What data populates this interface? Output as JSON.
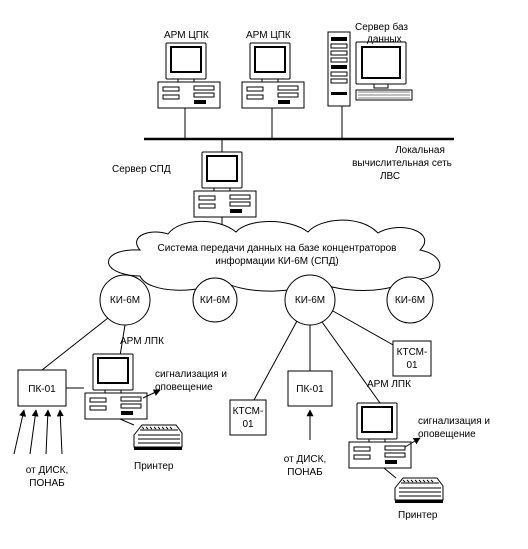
{
  "colors": {
    "line": "#000000",
    "background": "#ffffff"
  },
  "top": {
    "arm_cpk_1": "АРМ ЦПК",
    "arm_cpk_2": "АРМ ЦПК",
    "db_server_line1": "Сервер баз",
    "db_server_line2": "данных"
  },
  "lan": {
    "line1": "Локальная",
    "line2": "вычислительная сеть",
    "line3": "ЛВС"
  },
  "spd_server": "Сервер СПД",
  "cloud": {
    "line1": "Система передачи данных на базе концентраторов",
    "line2": "информации КИ-6М (СПД)"
  },
  "nodes": {
    "ki1": "КИ-6М",
    "ki2": "КИ-6М",
    "ki3": "КИ-6М",
    "ki4": "КИ-6М"
  },
  "left_group": {
    "arm_lpk": "АРМ ЛПК",
    "pk01": "ПК-01",
    "source_line1": "от ДИСК,",
    "source_line2": "ПОНАБ",
    "signal_line1": "сигнализация и",
    "signal_line2": "оповещение",
    "printer": "Принтер"
  },
  "right_group": {
    "ktsm_a_line1": "КТСМ-",
    "ktsm_a_line2": "01",
    "ktsm_b_line1": "КТСМ-",
    "ktsm_b_line2": "01",
    "pk01": "ПК-01",
    "arm_lpk": "АРМ ЛПК",
    "source_line1": "от ДИСК,",
    "source_line2": "ПОНАБ",
    "signal_line1": "сигнализация и",
    "signal_line2": "оповещение",
    "printer": "Принтер"
  }
}
